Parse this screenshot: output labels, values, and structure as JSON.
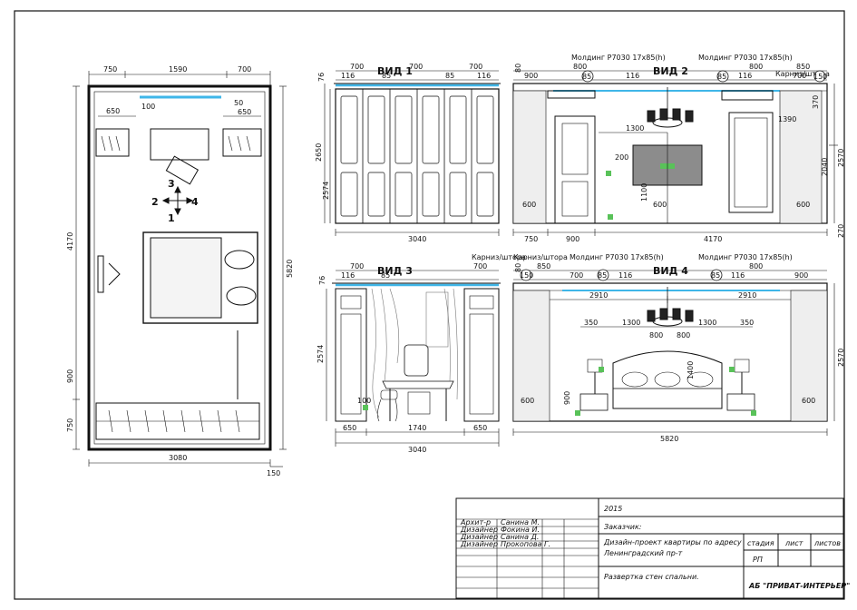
{
  "titles": {
    "view1": "ВИД 1",
    "view2": "ВИД 2",
    "view3": "ВИД 3",
    "view4": "ВИД 4"
  },
  "plan": {
    "top_dims": [
      "750",
      "1590",
      "700"
    ],
    "left_total": "4170",
    "right_total": "5820",
    "bottom_total": "3080",
    "bottom_right": "150",
    "left_lower": [
      "900",
      "750"
    ],
    "inner": [
      "650",
      "100",
      "50",
      "650"
    ],
    "view_markers": [
      "1",
      "2",
      "3",
      "4"
    ]
  },
  "view1": {
    "top_dims": [
      "700",
      "116",
      "85",
      "700",
      "85",
      "116",
      "700"
    ],
    "height_dims": [
      "76",
      "2650",
      "2574"
    ],
    "bottom": "3040"
  },
  "view2": {
    "molding_label_1": "Молдинг P7030 17x85(h)",
    "molding_label_2": "Молдинг P7030 17x85(h)",
    "curtain_label": "Карниз/штора",
    "bubble_85": "85",
    "bubble_150": "150",
    "top_dims": [
      "900",
      "800",
      "116",
      "800",
      "116",
      "850",
      "700"
    ],
    "inner_dims": [
      "1300",
      "200",
      "1100",
      "600",
      "1390",
      "600",
      "600",
      "370"
    ],
    "height_right": [
      "80",
      "2570",
      "2040",
      "270"
    ],
    "bottom": [
      "750",
      "900",
      "4170"
    ]
  },
  "view3": {
    "curtain_label": "Карниз/штора",
    "top_dims": [
      "700",
      "116",
      "85",
      "700"
    ],
    "height_dims": [
      "76",
      "2574"
    ],
    "inner": "100",
    "bottom": [
      "650",
      "1740",
      "650"
    ],
    "bottom_total": "3040"
  },
  "view4": {
    "molding_label_1": "Молдинг P7030 17x85(h)",
    "molding_label_2": "Молдинг P7030 17x85(h)",
    "curtain_label": "Карниз/штора",
    "top_dims": [
      "850",
      "700",
      "116",
      "800",
      "116",
      "900"
    ],
    "spans": [
      "2910",
      "2910"
    ],
    "inner_dims": [
      "350",
      "1300",
      "800",
      "800",
      "1300",
      "350",
      "1400",
      "600",
      "900",
      "600"
    ],
    "height_right": [
      "80",
      "2570"
    ],
    "bottom": "5820"
  },
  "title_block": {
    "year": "2015",
    "customer": "Заказчик:",
    "project_line1": "Дизайн-проект квартиры по адресу",
    "project_line2": "Ленинградский пр-т",
    "sheet_name": "Развертка стен спальни.",
    "stage_h": "стадия",
    "sheet_h": "лист",
    "sheets_h": "листов",
    "stage_v": "РП",
    "company": "АБ \"ПРИВАТ-ИНТЕРЬЕР\"",
    "roles": [
      {
        "role": "Архит-р",
        "name": "Санина М."
      },
      {
        "role": "Дизайнер",
        "name": "Фокина И."
      },
      {
        "role": "Дизайнер",
        "name": "Санина Д."
      },
      {
        "role": "Дизайнер",
        "name": "Прокопова Г."
      }
    ]
  },
  "colors": {
    "accent_blue": "#3fb6e8",
    "accent_green": "#59c259",
    "line": "#111111"
  }
}
